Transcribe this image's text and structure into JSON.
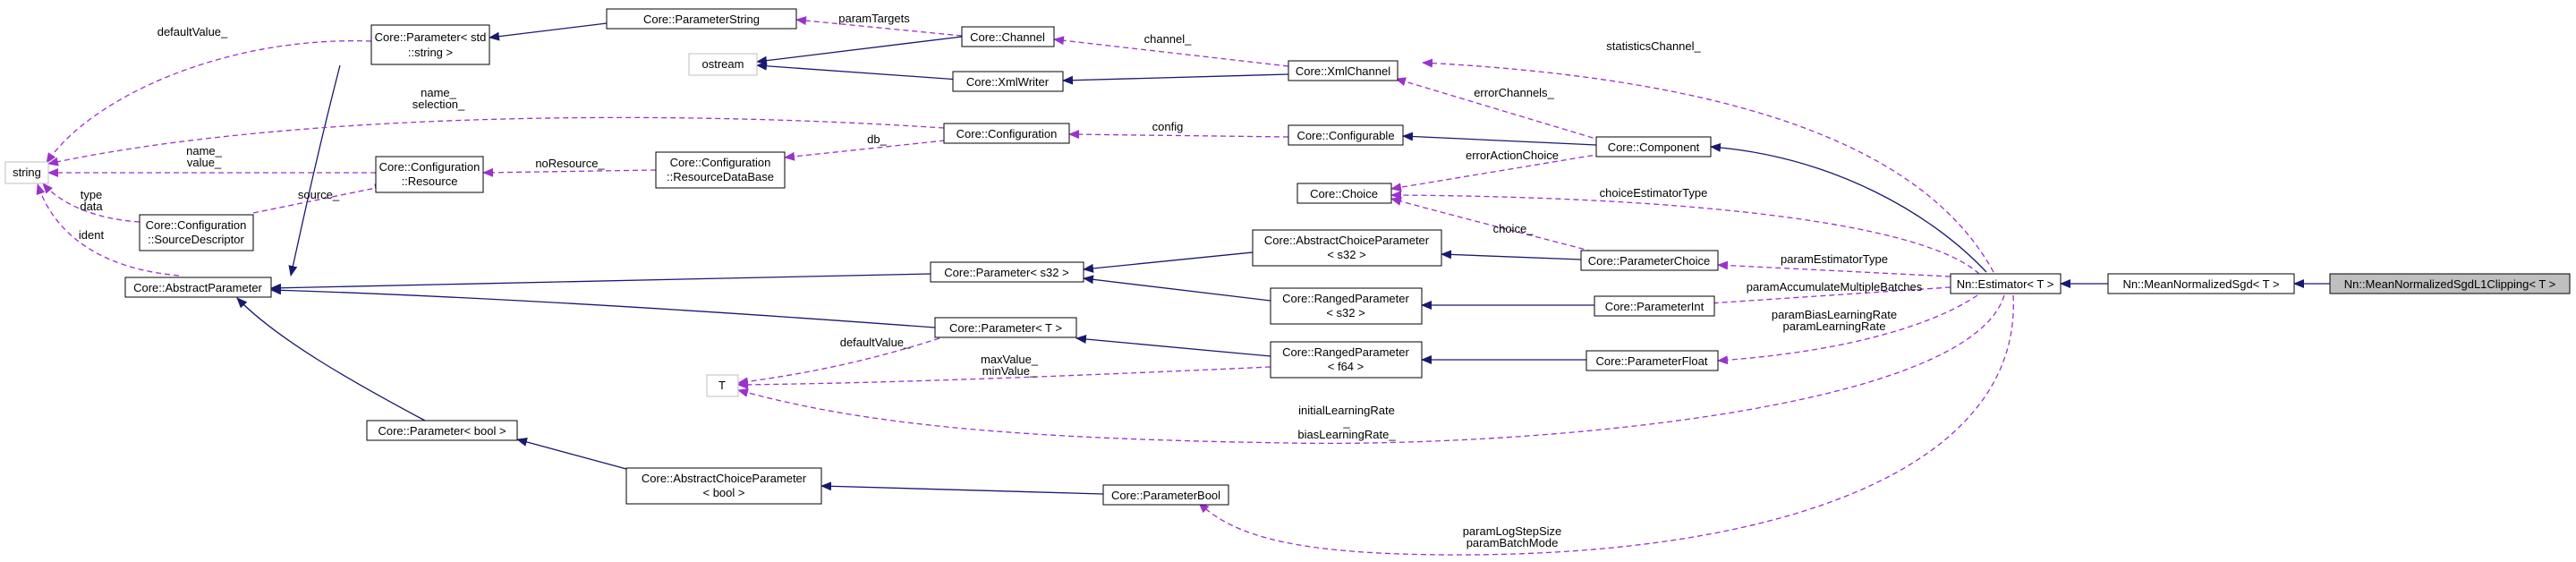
{
  "nodes": {
    "string": "string",
    "param_string": [
      "Core::Parameter< std",
      "::string >"
    ],
    "param_str_cls": "Core::ParameterString",
    "channel": "Core::Channel",
    "xmlchannel": "Core::XmlChannel",
    "ostream": "ostream",
    "xmlwriter": "Core::XmlWriter",
    "configuration": "Core::Configuration",
    "configurable": "Core::Configurable",
    "component": "Core::Component",
    "cfg_resource": [
      "Core::Configuration",
      "::Resource"
    ],
    "cfg_resdb": [
      "Core::Configuration",
      "::ResourceDataBase"
    ],
    "srcdesc": [
      "Core::Configuration",
      "::SourceDescriptor"
    ],
    "choice": "Core::Choice",
    "abs_choice_s32": [
      "Core::AbstractChoiceParameter",
      "< s32 >"
    ],
    "param_choice": "Core::ParameterChoice",
    "abstract_param": "Core::AbstractParameter",
    "param_s32": "Core::Parameter< s32 >",
    "ranged_s32": [
      "Core::RangedParameter",
      "< s32 >"
    ],
    "param_int": "Core::ParameterInt",
    "estimator": "Nn::Estimator< T >",
    "mean_norm": "Nn::MeanNormalizedSgd< T >",
    "mean_norm_l1": "Nn::MeanNormalizedSgdL1Clipping< T >",
    "param_T": "Core::Parameter< T >",
    "ranged_f64": [
      "Core::RangedParameter",
      "< f64 >"
    ],
    "param_float": "Core::ParameterFloat",
    "T": "T",
    "param_bool": "Core::Parameter< bool >",
    "abs_choice_bool": [
      "Core::AbstractChoiceParameter",
      "< bool >"
    ],
    "param_bool_cls": "Core::ParameterBool"
  },
  "edge_labels": {
    "default_value_top": "defaultValue_",
    "param_targets": "paramTargets",
    "channel_": "channel_",
    "statistics_channel": "statisticsChannel_",
    "error_channels": "errorChannels_",
    "name_selection": [
      "name_",
      "selection_"
    ],
    "config": "config",
    "db": "db_",
    "name_value": [
      "name_",
      "value_"
    ],
    "no_resource": "noResource_",
    "source": "source_",
    "type_data": [
      "type",
      "data"
    ],
    "ident": "ident",
    "error_action_choice": "errorActionChoice",
    "choice_estimator_type": "choiceEstimatorType",
    "choice_": "choice_",
    "param_estimator_type": "paramEstimatorType",
    "param_accumulate": "paramAccumulateMultipleBatches",
    "param_bias_lr": [
      "paramBiasLearningRate",
      "paramLearningRate"
    ],
    "default_value_mid": "defaultValue_",
    "max_min_value": [
      "maxValue_",
      "minValue_"
    ],
    "initial_lr": [
      "initialLearningRate",
      "_",
      "biasLearningRate_"
    ],
    "param_log_step": [
      "paramLogStepSize",
      "paramBatchMode"
    ]
  },
  "colors": {
    "inheritance": "#191970",
    "usage": "#9a32cd",
    "node_border": "#000000",
    "node_border_external": "#bfbfbf",
    "highlight_fill": "#bfbfbf"
  }
}
